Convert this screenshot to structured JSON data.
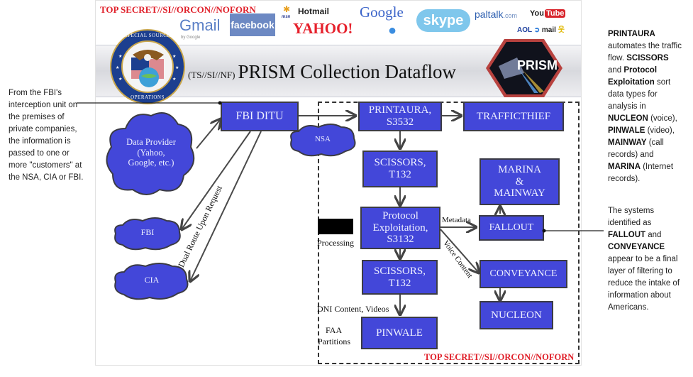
{
  "slide": {
    "classification_top": "TOP SECRET//SI//ORCON//NOFORN",
    "classification_bottom": "TOP SECRET//SI//ORCON//NOFORN",
    "title_marking": "(TS//SI//NF)",
    "title": "PRISM Collection Dataflow",
    "seal_text_top": "SPECIAL SOURCE",
    "seal_text_bottom": "OPERATIONS",
    "prism_logo_text": "PRISM",
    "provider_logos": {
      "gmail": "Gmail",
      "gmail_sub": "by Google",
      "facebook": "facebook",
      "msn": "msn",
      "hotmail": "Hotmail",
      "yahoo": "YAHOO!",
      "google": "Google",
      "skype": "skype",
      "paltalk": "paltalk",
      "paltalk_suffix": ".com",
      "youtube_you": "You",
      "youtube_tube": "Tube",
      "aol": "AOL",
      "aol_mail": "mail"
    }
  },
  "diagram": {
    "nodes": {
      "data_provider": "Data Provider (Yahoo, Google, etc.)",
      "fbi_ditu": "FBI DITU",
      "nsa": "NSA",
      "fbi": "FBI",
      "cia": "CIA",
      "printaura_1": "PRINTAURA,",
      "printaura_2": "S3532",
      "trafficthief": "TRAFFICTHIEF",
      "scissors1_1": "SCISSORS,",
      "scissors1_2": "T132",
      "marina_1": "MARINA",
      "marina_2": "&",
      "marina_3": "MAINWAY",
      "protocol_1": "Protocol",
      "protocol_2": "Exploitation,",
      "protocol_3": "S3132",
      "fallout": "FALLOUT",
      "scissors2_1": "SCISSORS,",
      "scissors2_2": "T132",
      "conveyance": "CONVEYANCE",
      "nucleon": "NUCLEON",
      "pinwale": "PINWALE"
    },
    "edge_labels": {
      "dual_route": "Dual Route Upon Request",
      "metadata": "Metadata",
      "voice_content": "Voice Content",
      "processing": "Processing",
      "dni_content": "DNI Content, Videos",
      "faa_1": "FAA",
      "faa_2": "Partitions"
    }
  },
  "annotations": {
    "left": "From the FBI's interception unit on the premises of private companies, the information is passed to one or more \"customers\" at the NSA, CIA or FBI.",
    "right_top": {
      "t1": "PRINTAURA",
      "t2": " automates the traffic flow. ",
      "t3": "SCISSORS",
      "t4": " and ",
      "t5": "Protocol Exploitation",
      "t6": " sort data types for analysis in ",
      "t7": "NUCLEON",
      "t8": " (voice), ",
      "t9": "PINWALE",
      "t10": " (video), ",
      "t11": "MAINWAY",
      "t12": " (call records) and ",
      "t13": "MARINA",
      "t14": " (Internet records)."
    },
    "right_bottom": {
      "t1": "The systems identified as ",
      "t2": "FALLOUT",
      "t3": " and ",
      "t4": "CONVEYANCE",
      "t5": " appear to be a final layer of filtering to reduce the intake of information about Americans."
    }
  },
  "colors": {
    "box_fill": "#4347d9",
    "classification_red": "#e0202a"
  }
}
